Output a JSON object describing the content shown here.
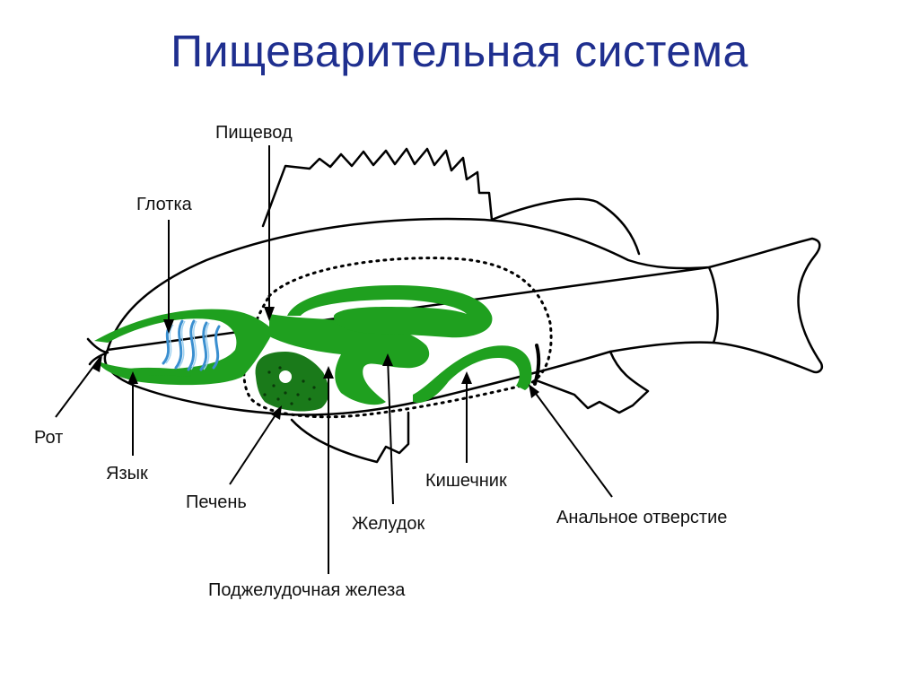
{
  "title": "Пищеварительная система",
  "labels": {
    "esophagus": "Пищевод",
    "pharynx": "Глотка",
    "mouth": "Рот",
    "tongue": "Язык",
    "liver": "Печень",
    "stomach": "Желудок",
    "pancreas": "Поджелудочная железа",
    "intestine": "Кишечник",
    "anus": "Анальное отверстие"
  },
  "colors": {
    "title": "#1f2f8f",
    "digestive_tract": "#1fa01f",
    "liver": "#1a7a1a",
    "gills": "#3a8fd0",
    "outline": "#000000"
  }
}
